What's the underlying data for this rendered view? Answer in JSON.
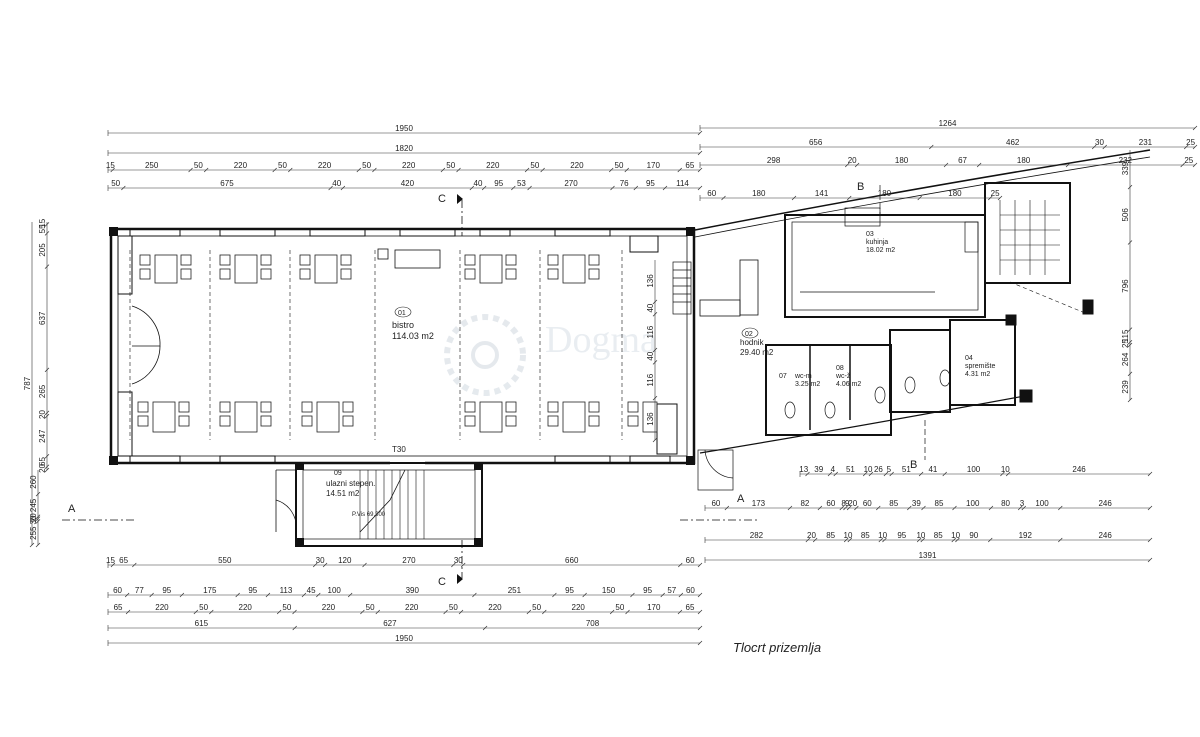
{
  "caption": "Tlocrt prizemlja",
  "watermark": "Dogma",
  "rooms": [
    {
      "num": "01",
      "name": "bistro",
      "area": "114.03 m2"
    },
    {
      "num": "02",
      "name": "hodnik",
      "area": "29.40 m2"
    },
    {
      "num": "03",
      "name": "kuhinja",
      "area": "18.02 m2"
    },
    {
      "num": "04",
      "name": "spremište",
      "area": "4.31 m2"
    },
    {
      "num": "07",
      "name": "wc-m",
      "area": "3.25 m2"
    },
    {
      "num": "08",
      "name": "wc-ž",
      "area": "4.06 m2"
    },
    {
      "num": "09",
      "name": "ulazni stepen.",
      "area": "14.51 m2"
    }
  ],
  "section_marks": {
    "a": "A",
    "b": "B",
    "c": "C"
  },
  "labels": {
    "t30": "T30",
    "stair_up": "P.Vis 69,300"
  },
  "top_dims": {
    "overall": "1950",
    "inner": "1820",
    "row3": [
      "15",
      "250",
      "50",
      "220",
      "50",
      "220",
      "50",
      "220",
      "50",
      "220",
      "50",
      "220",
      "50",
      "170",
      "65"
    ],
    "row4": [
      "50",
      "675",
      "40",
      "420",
      "40",
      "95",
      "53",
      "270",
      "76",
      "95",
      "114"
    ],
    "right_overall": "1264",
    "right_r2": [
      "656",
      "462",
      "30",
      "231",
      "25"
    ],
    "right_r3": [
      "298",
      "20",
      "180",
      "67",
      "180",
      "232",
      "25"
    ],
    "right_r4": [
      "60",
      "180",
      "141",
      "180",
      "180",
      "25"
    ]
  },
  "bottom_dims": {
    "row1": [
      "15",
      "65",
      "550",
      "30",
      "120",
      "270",
      "30",
      "660",
      "60"
    ],
    "row2": [
      "60",
      "77",
      "95",
      "175",
      "95",
      "113",
      "45",
      "100",
      "390",
      "251",
      "95",
      "150",
      "95",
      "57",
      "60"
    ],
    "row3": [
      "65",
      "220",
      "50",
      "220",
      "50",
      "220",
      "50",
      "220",
      "50",
      "220",
      "50",
      "220",
      "50",
      "170",
      "65"
    ],
    "row4": [
      "615",
      "627",
      "708"
    ],
    "overall": "1950"
  },
  "right_bottom_dims": {
    "row1": [
      "13",
      "39",
      "4",
      "51",
      "10",
      "26",
      "5",
      "51",
      "41",
      "100",
      "10",
      "246"
    ],
    "row2": [
      "60",
      "173",
      "82",
      "60",
      "8",
      "9",
      "20",
      "60",
      "85",
      "39",
      "85",
      "100",
      "80",
      "3",
      "100",
      "246"
    ],
    "row3": [
      "282",
      "20",
      "85",
      "10",
      "85",
      "10",
      "95",
      "10",
      "85",
      "10",
      "90",
      "192",
      "246"
    ],
    "overall": "1391"
  },
  "left_dims": {
    "overall": "787",
    "parts": [
      "15",
      "55",
      "205",
      "637",
      "265",
      "20",
      "247",
      "65",
      "20"
    ],
    "lower": [
      "260",
      "245",
      "20",
      "30",
      "255"
    ]
  },
  "right_dims": [
    "339",
    "506",
    "796",
    "115",
    "25",
    "264",
    "239"
  ],
  "stair_dims": [
    "136",
    "40",
    "116",
    "40",
    "116",
    "136"
  ]
}
